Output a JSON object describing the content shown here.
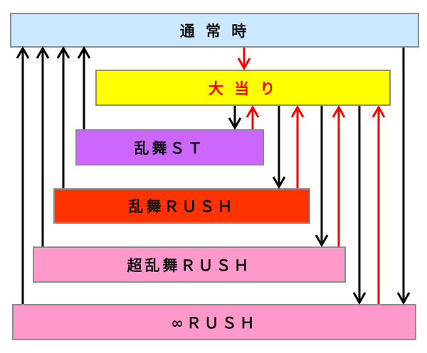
{
  "diagram": {
    "colors": {
      "normal": "#CCE8FF",
      "jackpot": "#FFFF00",
      "jackpot_text": "#FF0000",
      "ranbu_st": "#CC66FF",
      "ranbu_rush": "#FF3300",
      "chou_ranbu_rush": "#FF99CC",
      "infinity_rush": "#FF99CC",
      "arrow_black": "#000000",
      "arrow_red": "#FF0000",
      "border": "#8C8C8C"
    },
    "states": {
      "normal": "通 常 時",
      "jackpot": "大 当 り",
      "ranbu_st": "乱舞ＳＴ",
      "ranbu_rush": "乱舞ＲＵＳＨ",
      "chou_ranbu_rush": "超乱舞ＲＵＳＨ",
      "infinity_rush": "∞ＲＵＳＨ"
    },
    "transitions": [
      {
        "from": "normal",
        "to": "jackpot",
        "color": "red"
      },
      {
        "from": "normal",
        "to": "infinity_rush",
        "color": "black"
      },
      {
        "from": "jackpot",
        "to": "ranbu_st",
        "color": "black"
      },
      {
        "from": "jackpot",
        "to": "ranbu_rush",
        "color": "black"
      },
      {
        "from": "jackpot",
        "to": "chou_ranbu_rush",
        "color": "black"
      },
      {
        "from": "jackpot",
        "to": "infinity_rush",
        "color": "black"
      },
      {
        "from": "ranbu_st",
        "to": "jackpot",
        "color": "red"
      },
      {
        "from": "ranbu_rush",
        "to": "jackpot",
        "color": "red"
      },
      {
        "from": "chou_ranbu_rush",
        "to": "jackpot",
        "color": "red"
      },
      {
        "from": "infinity_rush",
        "to": "jackpot",
        "color": "red"
      },
      {
        "from": "ranbu_st",
        "to": "normal",
        "color": "black"
      },
      {
        "from": "ranbu_rush",
        "to": "normal",
        "color": "black"
      },
      {
        "from": "chou_ranbu_rush",
        "to": "normal",
        "color": "black"
      },
      {
        "from": "infinity_rush",
        "to": "normal",
        "color": "black"
      }
    ]
  }
}
